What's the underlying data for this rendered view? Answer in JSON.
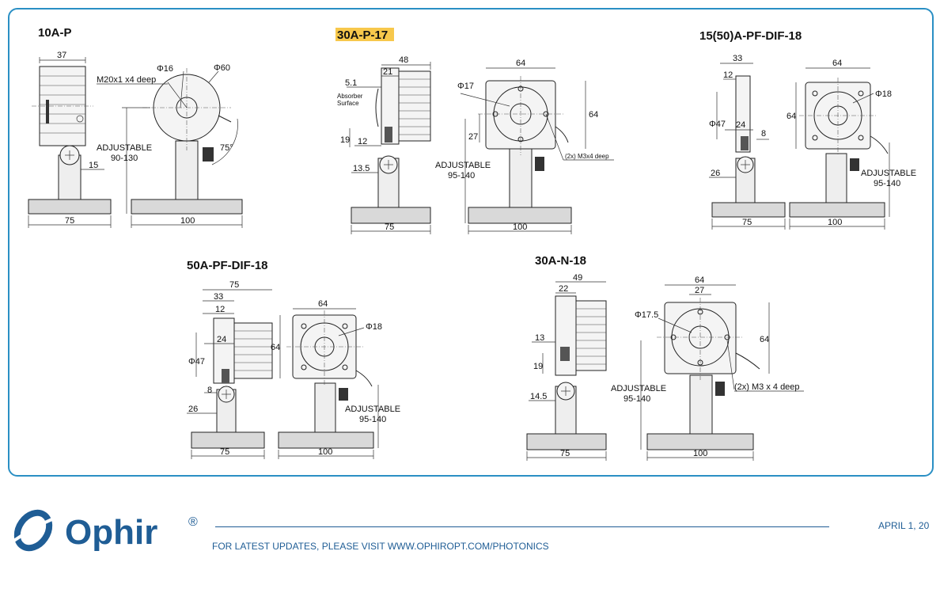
{
  "colors": {
    "frame": "#2a8fc4",
    "brand": "#1f5d95",
    "highlight": "#f7c84c"
  },
  "drawings": [
    {
      "title": "10A-P",
      "labels": {
        "w": "37",
        "d1": "Φ16",
        "d2": "Φ60",
        "thread": "M20x1 x4 deep",
        "adj": "ADJUSTABLE",
        "range": "90-130",
        "off": "15",
        "angle": "75°",
        "b1": "75",
        "b2": "100"
      }
    },
    {
      "title": "30A-P-17",
      "labels": {
        "w": "48",
        "w2": "21",
        "t": "5.1",
        "abs1": "Absorber",
        "abs2": "Surface",
        "h": "19",
        "o": "12",
        "p": "13.5",
        "dia": "Φ17",
        "h2": "27",
        "sq": "64",
        "sqh": "64",
        "screw": "(2x) M3x4 deep",
        "adj": "ADJUSTABLE",
        "range": "95-140",
        "b1": "75",
        "b2": "100"
      }
    },
    {
      "title": "15(50)A-PF-DIF-18",
      "labels": {
        "w": "33",
        "t": "12",
        "d": "Φ47",
        "o": "24",
        "h": "8",
        "p": "26",
        "sq": "64",
        "sqh": "64",
        "dia": "Φ18",
        "adj": "ADJUSTABLE",
        "range": "95-140",
        "b1": "75",
        "b2": "100"
      }
    },
    {
      "title": "50A-PF-DIF-18",
      "labels": {
        "w": "75",
        "w2": "33",
        "t": "12",
        "d": "Φ47",
        "o": "24",
        "h": "8",
        "p": "26",
        "sq": "64",
        "sqh": "64",
        "dia": "Φ18",
        "adj": "ADJUSTABLE",
        "range": "95-140",
        "b1": "75",
        "b2": "100"
      }
    },
    {
      "title": "30A-N-18",
      "labels": {
        "w": "49",
        "w2": "22",
        "t": "13",
        "h": "19",
        "p": "14.5",
        "sq": "64",
        "sqi": "27",
        "sqh": "64",
        "dia": "Φ17.5",
        "screw": "(2x) M3 x 4 deep",
        "adj": "ADJUSTABLE",
        "range": "95-140",
        "b1": "75",
        "b2": "100"
      }
    }
  ],
  "footer": {
    "brand": "Ophir",
    "reg": "®",
    "url": "FOR LATEST UPDATES, PLEASE VISIT WWW.OPHIROPT.COM/PHOTONICS",
    "date": "APRIL 1, 20"
  }
}
